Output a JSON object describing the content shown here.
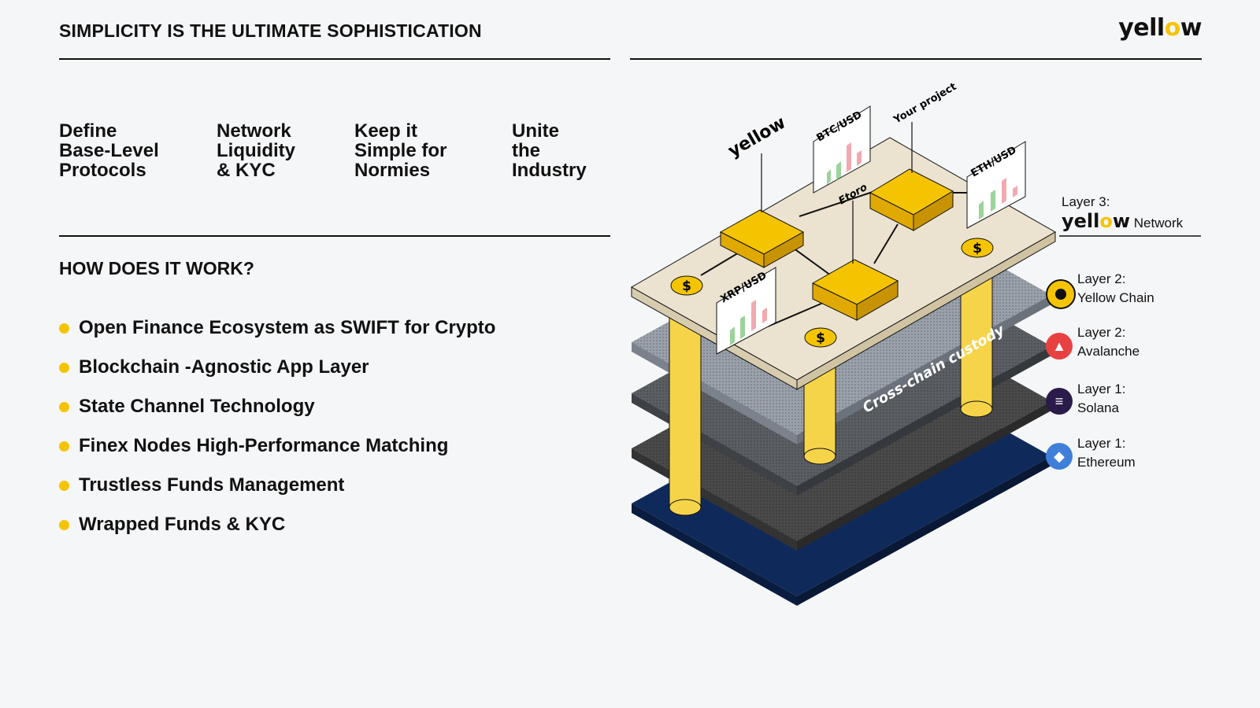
{
  "header": {
    "title": "SIMPLICITY IS THE ULTIMATE SOPHISTICATION",
    "logo_text": "yellow"
  },
  "pillars": [
    "Define\nBase-Level\nProtocols",
    "Network\nLiquidity\n& KYC",
    "Keep it\nSimple for\nNormies",
    "Unite\nthe\nIndustry"
  ],
  "how": {
    "title": "HOW DOES IT WORK?",
    "items": [
      "Open Finance Ecosystem as SWIFT for Crypto",
      "Blockchain -Agnostic App Layer",
      "State Channel Technology",
      "Finex Nodes High-Performance Matching",
      "Trustless Funds Management",
      "Wrapped Funds & KYC"
    ]
  },
  "diagram": {
    "chart_labels": [
      "BTC/USD",
      "ETH/USD",
      "XRP/USD"
    ],
    "node_labels": [
      "Etoro",
      "Your project"
    ],
    "logo_flag": "yellow",
    "layer_text": "Cross-chain custody",
    "currency_symbol": "$",
    "layers": [
      {
        "line1": "Layer 3:",
        "logo": "yellow",
        "line2": "Network"
      },
      {
        "line1": "Layer 2:",
        "line2": "Yellow Chain",
        "icon": "yellow-chain-icon",
        "color": "#f5c400"
      },
      {
        "line1": "Layer 2:",
        "line2": "Avalanche",
        "icon": "avalanche-icon",
        "color": "#e84142"
      },
      {
        "line1": "Layer 1:",
        "line2": "Solana",
        "icon": "solana-icon",
        "color": "#2a1b4a"
      },
      {
        "line1": "Layer 1:",
        "line2": "Ethereum",
        "icon": "ethereum-icon",
        "color": "#3f7fd9"
      }
    ],
    "colors": {
      "accent": "#f5c400",
      "top_layer": "#ebe3cf",
      "layer_grey_light": "#9aa1ab",
      "layer_grey_mid": "#5b5f64",
      "layer_grey_dark": "#4a4a4a",
      "layer_navy": "#0f2a5a"
    }
  }
}
